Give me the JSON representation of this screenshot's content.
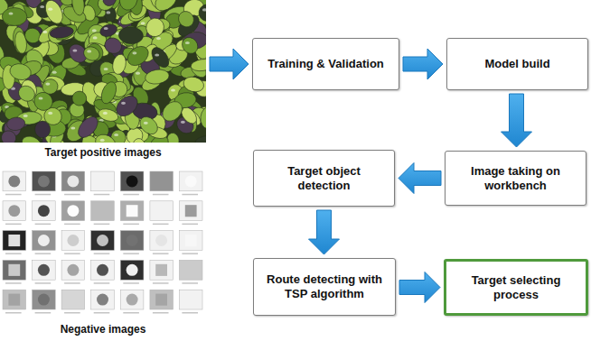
{
  "diagram": {
    "nodes": [
      {
        "text": [
          "Target positive images"
        ]
      },
      {
        "text": [
          "Negative images"
        ]
      },
      {
        "text": [
          "Training & Validation"
        ]
      },
      {
        "text": [
          "Model build"
        ]
      },
      {
        "text": [
          "Image taking on workbench"
        ]
      },
      {
        "text": [
          "Target object detection"
        ]
      },
      {
        "text": [
          "Route detecting with TSP algorithm"
        ]
      },
      {
        "text": [
          "Target selecting process"
        ]
      }
    ],
    "edges": [
      {
        "from": 0,
        "to": 2,
        "arrow": "to"
      },
      {
        "from": 2,
        "to": 3,
        "arrow": "to"
      },
      {
        "from": 3,
        "to": 4,
        "arrow": "to"
      },
      {
        "from": 4,
        "to": 5,
        "arrow": "to"
      },
      {
        "from": 5,
        "to": 6,
        "arrow": "to"
      },
      {
        "from": 6,
        "to": 7,
        "arrow": "to"
      }
    ]
  }
}
